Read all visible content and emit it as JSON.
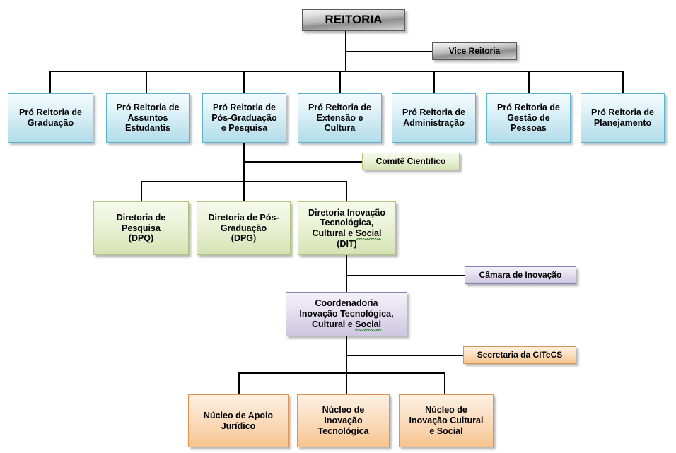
{
  "chart_title": "Organograma Reitoria",
  "colors": {
    "silver_border": "#5a5a5a",
    "blue_border": "#59b4d0",
    "green_border": "#b1c47a",
    "purple_border": "#8a7fb5",
    "orange_border": "#e2924c",
    "line": "#000000",
    "orange_line": "#e8a977"
  },
  "nodes": {
    "reitoria": "REITORIA",
    "vice_reitoria": "Vice Reitoria",
    "pro_reitorias": [
      {
        "line1": "Pró Reitoria de",
        "line2": "Graduação",
        "line3": "",
        "line4": ""
      },
      {
        "line1": "Pró Reitoria de",
        "line2": "Assuntos",
        "line3": "Estudantis",
        "line4": ""
      },
      {
        "line1": "Pró Reitoria de",
        "line2": "Pós-Graduação",
        "line3": "e Pesquisa",
        "line4": ""
      },
      {
        "line1": "Pró Reitoria de",
        "line2": "Extensão e",
        "line3": "Cultura",
        "line4": ""
      },
      {
        "line1": "Pró Reitoria de",
        "line2": "Administração",
        "line3": "",
        "line4": ""
      },
      {
        "line1": "Pró Reitoria de",
        "line2": "Gestão de",
        "line3": "Pessoas",
        "line4": ""
      },
      {
        "line1": "Pró Reitoria de",
        "line2": "Planejamento",
        "line3": "",
        "line4": ""
      }
    ],
    "comite_cientifico": "Comitê Cientifico",
    "diretorias": [
      {
        "line1": "Diretoria de",
        "line2": "Pesquisa",
        "line3": "(DPQ)",
        "line4": ""
      },
      {
        "line1": "Diretoria de Pós-",
        "line2": "Graduação",
        "line3": "(DPG)",
        "line4": ""
      },
      {
        "line1": "Diretoria Inovação",
        "line2": "Tecnológica,",
        "line3": "Cultural e ",
        "line3b": "Social",
        "line4": "(DIT)"
      }
    ],
    "camara_inovacao": "Câmara de Inovação",
    "coordenadoria": {
      "line1": "Coordenadoria",
      "line2": "Inovação Tecnológica,",
      "line3": "Cultural e ",
      "line3b": "Social"
    },
    "secretaria_citecs": "Secretaria da CITeCS",
    "nucleos": [
      {
        "line1": "Núcleo de Apoio",
        "line2": "Jurídico",
        "line3": ""
      },
      {
        "line1": "Núcleo de",
        "line2": "Inovação",
        "line3": "Tecnológica"
      },
      {
        "line1": "Núcleo de",
        "line2": "Inovação Cultural",
        "line3": "e Social"
      }
    ]
  }
}
